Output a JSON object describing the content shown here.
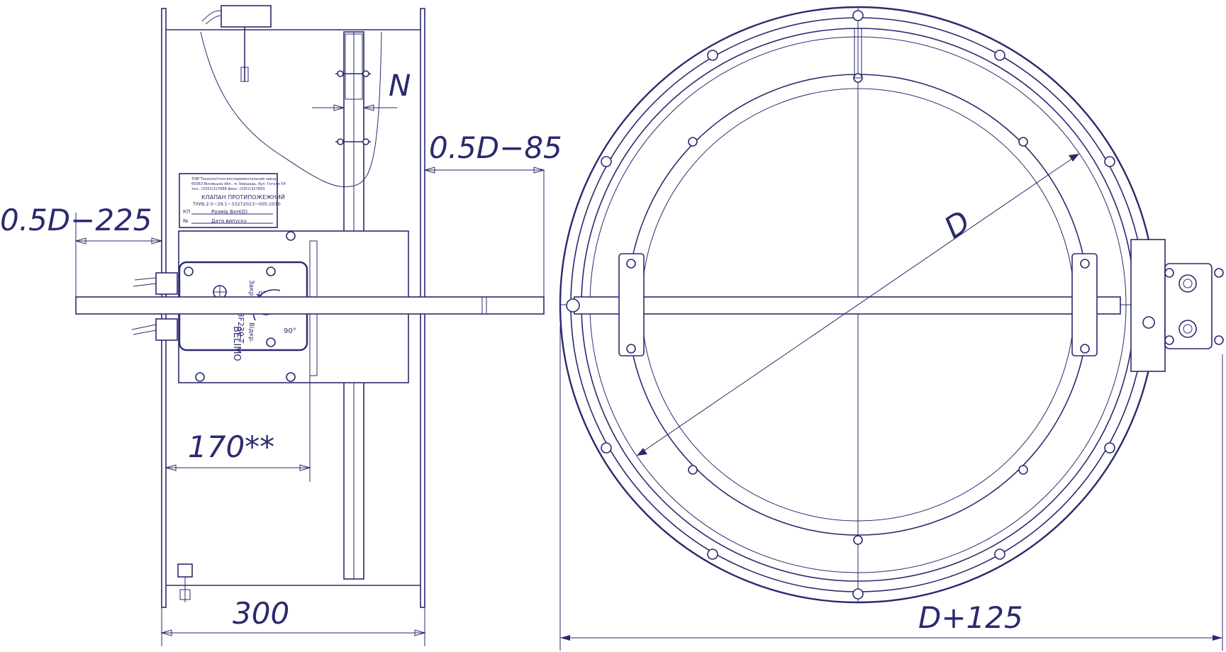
{
  "dimensions": {
    "depth": "300",
    "outer_size": "D+125",
    "inner_diameter": "D",
    "left_shaft": "0.5D−225",
    "right_shaft": "0.5D−85",
    "actuator_offset": "170**",
    "blade_offset": "N"
  },
  "nameplate": {
    "maker_line1": "ТОВ\"Технологічно-експериментальний завод\"",
    "maker_line2": "65063 Вінницька обл., м. Бершадь, бул. Гоголя 54",
    "maker_line3": "тел.: (0352)327688  факс: (0352)327683",
    "product": "КЛАПАН  ПРОТИПОЖЕЖНИЙ",
    "spec": "ТУУВ.2.5−29.1−33272023−005:2010",
    "field_model": "КП",
    "field_size": "Розмір  ВхН(D)",
    "field_no": "№",
    "field_date": "Дата  випуску"
  },
  "actuator": {
    "brand": "BELIMO",
    "model": "BF230-T",
    "label_closed": "Закр.",
    "label_open": "Відкр.",
    "angle_0": "0°",
    "angle_90": "90°"
  },
  "colors": {
    "line": "#2a2a6e",
    "background": "#ffffff"
  }
}
